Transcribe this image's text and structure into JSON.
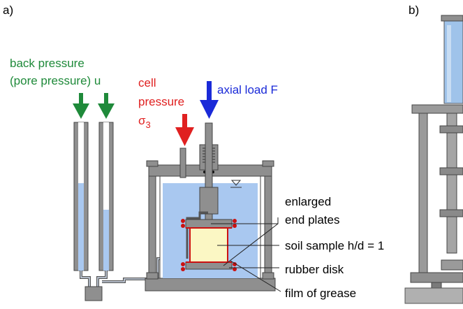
{
  "panel_a": {
    "label": "a)",
    "back_pressure": {
      "line1": "back pressure",
      "line2": "(pore pressure) u"
    },
    "cell_pressure": {
      "line1": "cell",
      "line2": "pressure",
      "symbol": "σ",
      "subscript": "3"
    },
    "axial_load": "axial load F",
    "callouts": {
      "enlarged_line1": "enlarged",
      "enlarged_line2": "end plates",
      "soil_sample": "soil sample h/d = 1",
      "rubber_disk": "rubber disk",
      "film_of_grease": "film of grease"
    }
  },
  "panel_b": {
    "label": "b)"
  },
  "colors": {
    "back_pressure": "#1f8a3a",
    "cell_pressure": "#e02020",
    "axial_load": "#1a2ad8",
    "water": "#a9c8f0",
    "steel": "#8a8a8a",
    "soil": "#fbf7c4",
    "membrane": "#cc1111"
  }
}
